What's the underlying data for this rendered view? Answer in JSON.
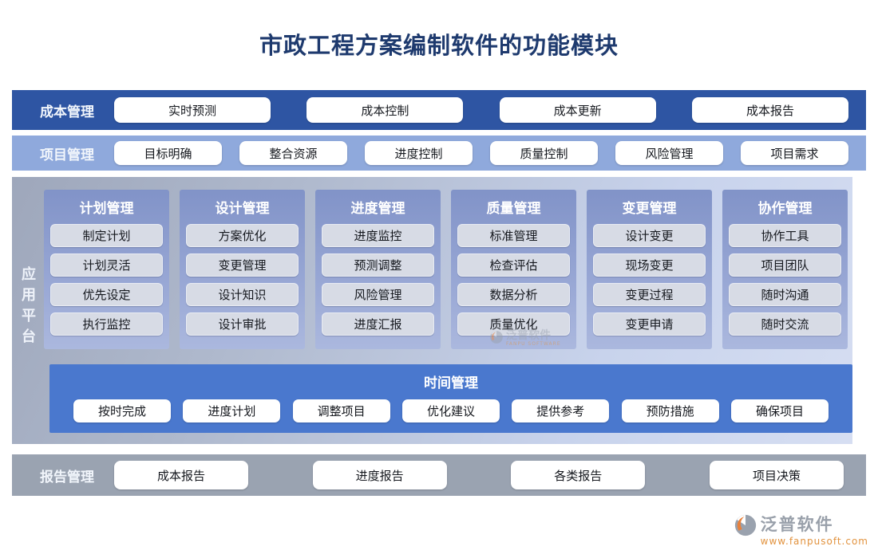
{
  "title": "市政工程方案编制软件的功能模块",
  "colors": {
    "title_text": "#1E3A6E",
    "cost_band_bg": "#2E55A3",
    "project_band_bg": "#8FA9DC",
    "column_bg": "#8C9DCF",
    "item_bg": "#D7DBE5",
    "time_band_bg": "#4A78CE",
    "report_band_bg": "#9AA3B1",
    "logo_gray": "#99A0AA",
    "logo_orange": "#E8813C"
  },
  "cost_band": {
    "label": "成本管理",
    "items": [
      "实时预测",
      "成本控制",
      "成本更新",
      "成本报告"
    ]
  },
  "project_band": {
    "label": "项目管理",
    "items": [
      "目标明确",
      "整合资源",
      "进度控制",
      "质量控制",
      "风险管理",
      "项目需求"
    ]
  },
  "platform": {
    "label": "应用平台",
    "columns": [
      {
        "header": "计划管理",
        "items": [
          "制定计划",
          "计划灵活",
          "优先设定",
          "执行监控"
        ]
      },
      {
        "header": "设计管理",
        "items": [
          "方案优化",
          "变更管理",
          "设计知识",
          "设计审批"
        ]
      },
      {
        "header": "进度管理",
        "items": [
          "进度监控",
          "预测调整",
          "风险管理",
          "进度汇报"
        ]
      },
      {
        "header": "质量管理",
        "items": [
          "标准管理",
          "检查评估",
          "数据分析",
          "质量优化"
        ]
      },
      {
        "header": "变更管理",
        "items": [
          "设计变更",
          "现场变更",
          "变更过程",
          "变更申请"
        ]
      },
      {
        "header": "协作管理",
        "items": [
          "协作工具",
          "项目团队",
          "随时沟通",
          "随时交流"
        ]
      }
    ],
    "time_band": {
      "label": "时间管理",
      "items": [
        "按时完成",
        "进度计划",
        "调整项目",
        "优化建议",
        "提供参考",
        "预防措施",
        "确保项目"
      ]
    }
  },
  "report_band": {
    "label": "报告管理",
    "items": [
      "成本报告",
      "进度报告",
      "各类报告",
      "项目决策"
    ]
  },
  "watermark": {
    "text": "泛普软件",
    "subtext": "FANPU SOFTWARE"
  },
  "logo": {
    "name": "泛普软件",
    "url": "www.fanpusoft.com"
  }
}
